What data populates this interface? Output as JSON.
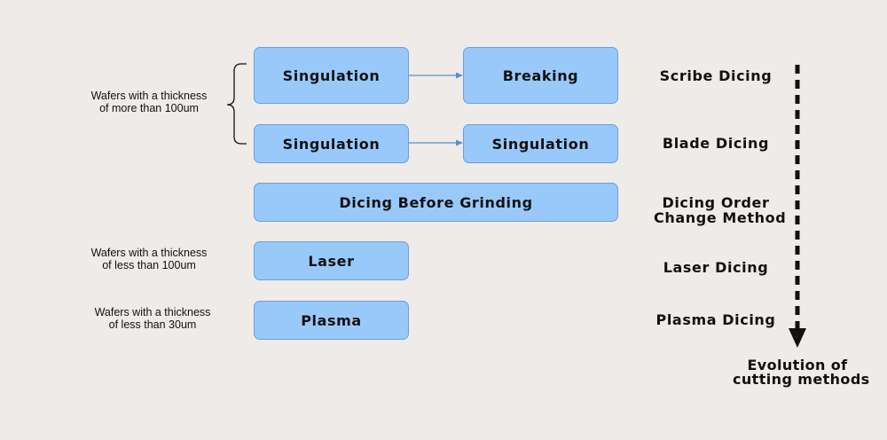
{
  "notes": {
    "thick": [
      "Wafers with a thickness",
      "of more than 100um"
    ],
    "thin100": [
      "Wafers with a thickness",
      "of less than 100um"
    ],
    "thin30": [
      "Wafers with a thickness",
      "of less than 30um"
    ]
  },
  "boxes": {
    "scribe_step1": "Singulation",
    "scribe_step2": "Breaking",
    "blade_step1": "Singulation",
    "blade_step2": "Singulation",
    "dbg": "Dicing Before Grinding",
    "laser": "Laser",
    "plasma": "Plasma"
  },
  "methods": {
    "scribe": "Scribe Dicing",
    "blade": "Blade Dicing",
    "dicing_order": [
      "Dicing Order",
      "Change Method"
    ],
    "laser": "Laser Dicing",
    "plasma": "Plasma Dicing"
  },
  "evolution": [
    "Evolution of",
    "cutting methods"
  ],
  "colors": {
    "box_fill": "#99c9fb",
    "box_border": "#6d9fd6",
    "connector": "#5a8fc8",
    "background": "#efebe8"
  }
}
